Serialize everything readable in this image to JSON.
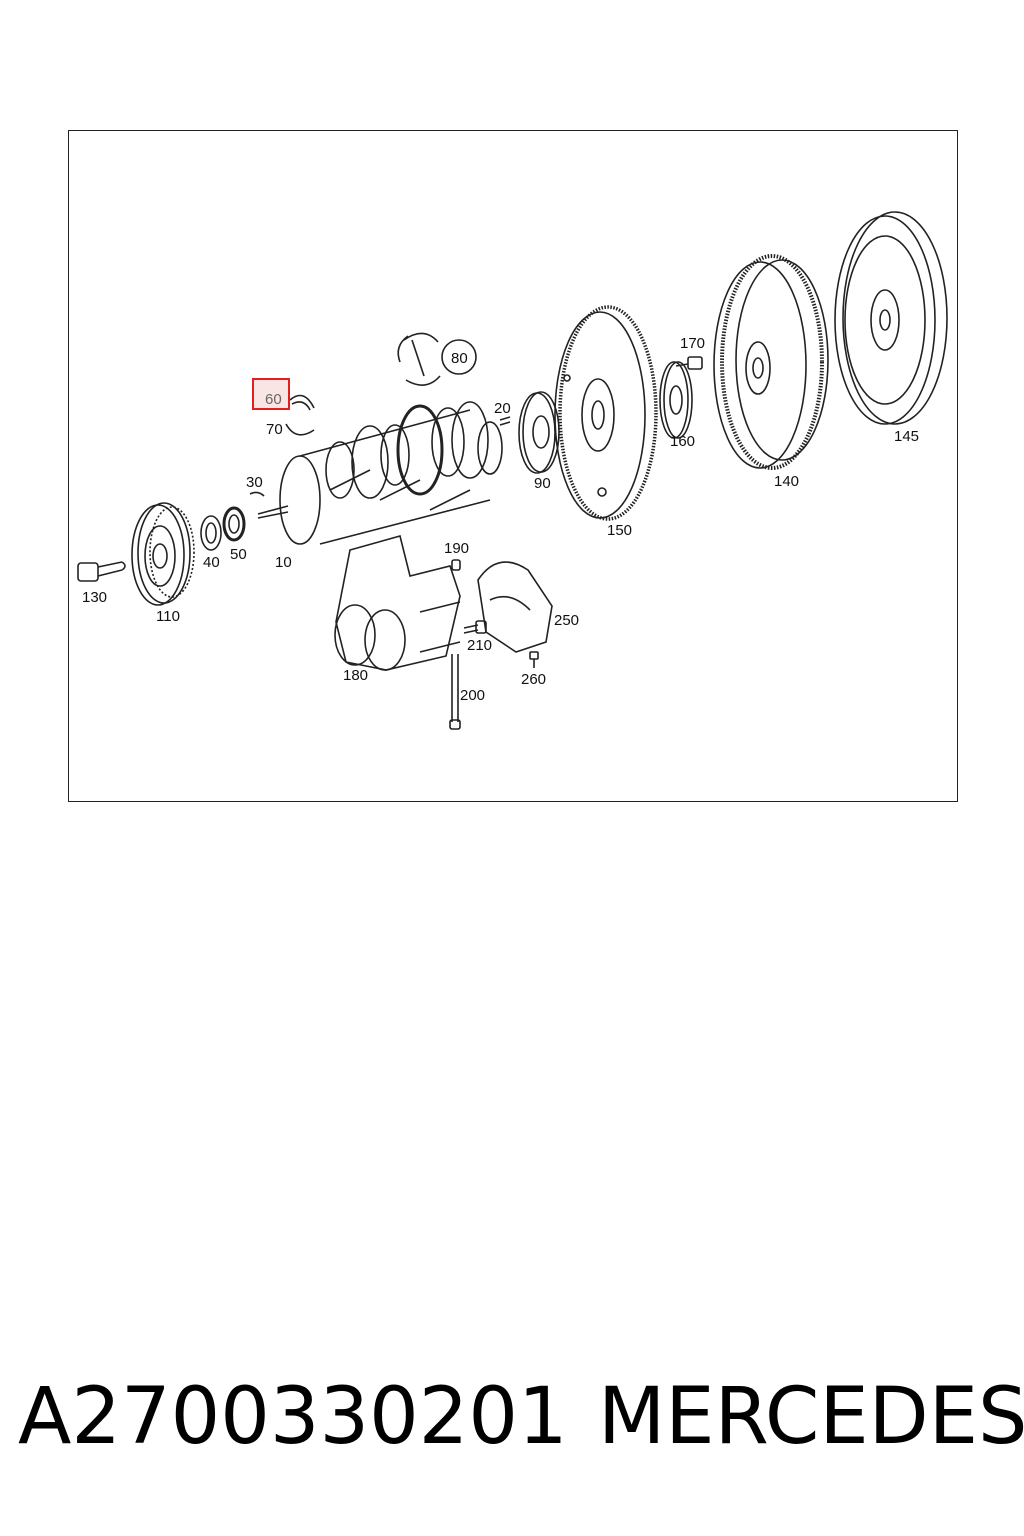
{
  "diagram": {
    "labels": [
      "10",
      "20",
      "30",
      "40",
      "50",
      "60",
      "70",
      "80",
      "90",
      "110",
      "130",
      "140",
      "145",
      "150",
      "160",
      "170",
      "180",
      "190",
      "200",
      "210",
      "250",
      "260"
    ],
    "highlighted": "60",
    "highlight_color": "#e02020",
    "line_color": "#222222"
  },
  "caption": {
    "part_number": "A2700330201",
    "brand": "MERCEDES"
  }
}
